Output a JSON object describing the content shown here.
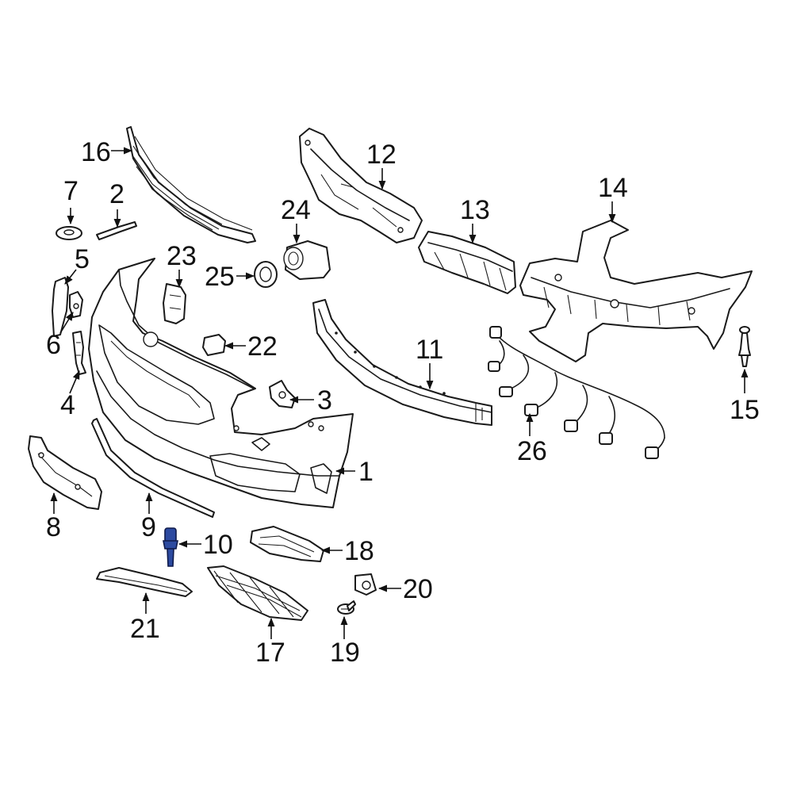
{
  "callouts": [
    {
      "id": "1",
      "label": "1"
    },
    {
      "id": "2",
      "label": "2"
    },
    {
      "id": "3",
      "label": "3"
    },
    {
      "id": "4",
      "label": "4"
    },
    {
      "id": "5",
      "label": "5"
    },
    {
      "id": "6",
      "label": "6"
    },
    {
      "id": "7",
      "label": "7"
    },
    {
      "id": "8",
      "label": "8"
    },
    {
      "id": "9",
      "label": "9"
    },
    {
      "id": "10",
      "label": "10"
    },
    {
      "id": "11",
      "label": "11"
    },
    {
      "id": "12",
      "label": "12"
    },
    {
      "id": "13",
      "label": "13"
    },
    {
      "id": "14",
      "label": "14"
    },
    {
      "id": "15",
      "label": "15"
    },
    {
      "id": "16",
      "label": "16"
    },
    {
      "id": "17",
      "label": "17"
    },
    {
      "id": "18",
      "label": "18"
    },
    {
      "id": "19",
      "label": "19"
    },
    {
      "id": "20",
      "label": "20"
    },
    {
      "id": "21",
      "label": "21"
    },
    {
      "id": "22",
      "label": "22"
    },
    {
      "id": "23",
      "label": "23"
    },
    {
      "id": "24",
      "label": "24"
    },
    {
      "id": "25",
      "label": "25"
    },
    {
      "id": "26",
      "label": "26"
    }
  ],
  "highlighted_part": "10",
  "colors": {
    "line": "#1a1a1a",
    "background": "#ffffff",
    "highlight": "#2c4aa0"
  }
}
